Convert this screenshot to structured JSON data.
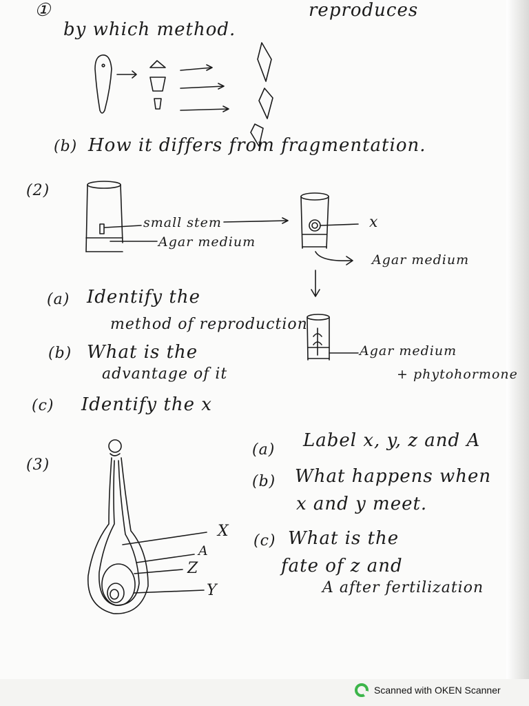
{
  "q1": {
    "number": "①",
    "line1_end": "reproduces",
    "line2": "by which method.",
    "b_marker": "(b)",
    "b_text": "How it differs from fragmentation."
  },
  "q2": {
    "number": "(2)",
    "label_small_stem": "small stem",
    "label_agar_1": "Agar medium",
    "label_x": "x",
    "label_agar_2": "Agar medium",
    "label_agar_3": "Agar medium",
    "label_phyto": "+ phytohormone",
    "a_marker": "(a)",
    "a_line1": "Identify the",
    "a_line2": "method of reproduction",
    "b_marker": "(b)",
    "b_line1": "What is the",
    "b_line2": "advantage of it",
    "c_marker": "(c)",
    "c_text": "Identify the x"
  },
  "q3": {
    "number": "(3)",
    "a_marker": "(a)",
    "a_text": "Label x, y, z and A",
    "b_marker": "(b)",
    "b_line1": "What happens when",
    "b_line2": "x and y meet.",
    "c_marker": "(c)",
    "c_line1": "What is the",
    "c_line2": "fate of z and",
    "c_line3": "A after fertilization",
    "label_x": "X",
    "label_A": "A",
    "label_Z": "Z",
    "label_Y": "Y"
  },
  "footer": {
    "scanner_text": "Scanned with OKEN Scanner",
    "logo_color": "#3cb54a"
  }
}
